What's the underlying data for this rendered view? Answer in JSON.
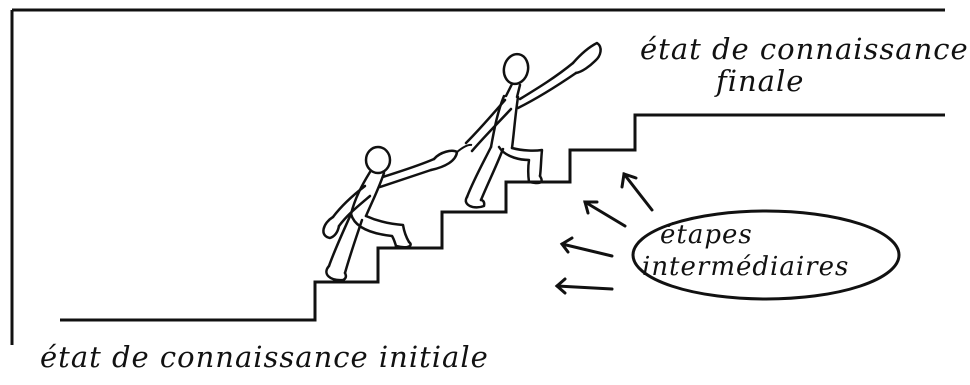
{
  "diagram": {
    "labels": {
      "final_line1": "état de connaissance",
      "final_line2": "finale",
      "steps_line1": "étapes",
      "steps_line2": "intermédiaires",
      "initial": "état de connaissance initiale"
    },
    "colors": {
      "ink": "#111111",
      "background": "#ffffff"
    },
    "elements": {
      "staircase": "staircase-line",
      "figures": [
        "climber-leader",
        "climber-follower"
      ],
      "arrows": 4,
      "callout": "ellipse"
    }
  }
}
